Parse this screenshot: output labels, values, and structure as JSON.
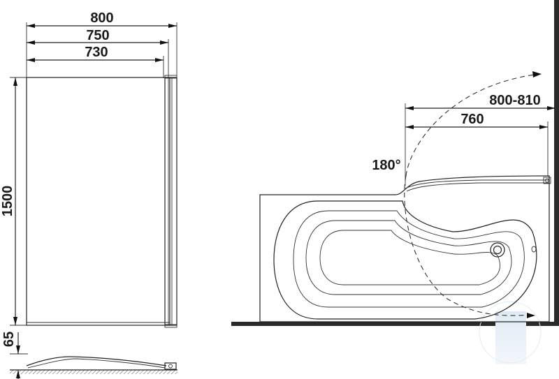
{
  "panel_front": {
    "width_outer": "800",
    "width_mid": "750",
    "width_inner": "730",
    "height": "1500",
    "thickness": "65"
  },
  "plan_view": {
    "swing_angle": "180°",
    "reach_outer": "800-810",
    "reach_inner": "760"
  },
  "colors": {
    "line": "#222222",
    "watermark": "#d8e6f2"
  }
}
